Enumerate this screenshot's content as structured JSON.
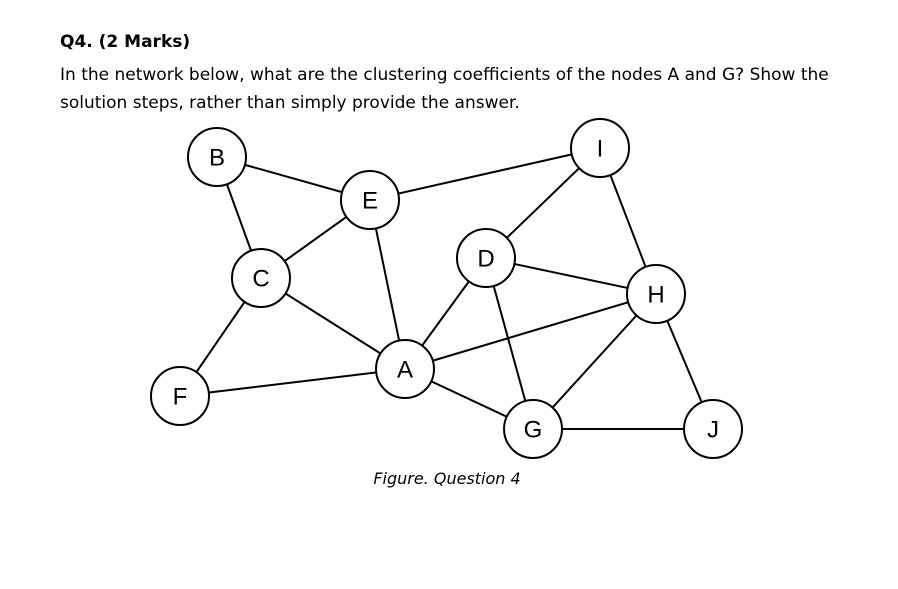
{
  "question": {
    "title": "Q4. (2 Marks)",
    "text": "In the network below, what are the clustering coefficients of the nodes A and G? Show the solution steps, rather than simply provide the answer."
  },
  "figure": {
    "caption": "Figure. Question 4",
    "nodes": [
      "A",
      "B",
      "C",
      "D",
      "E",
      "F",
      "G",
      "H",
      "I",
      "J"
    ],
    "edges": [
      [
        "B",
        "E"
      ],
      [
        "B",
        "C"
      ],
      [
        "C",
        "E"
      ],
      [
        "E",
        "I"
      ],
      [
        "E",
        "A"
      ],
      [
        "C",
        "F"
      ],
      [
        "C",
        "A"
      ],
      [
        "F",
        "A"
      ],
      [
        "I",
        "D"
      ],
      [
        "I",
        "H"
      ],
      [
        "D",
        "H"
      ],
      [
        "D",
        "A"
      ],
      [
        "D",
        "G"
      ],
      [
        "A",
        "H"
      ],
      [
        "A",
        "G"
      ],
      [
        "G",
        "H"
      ],
      [
        "G",
        "J"
      ],
      [
        "H",
        "J"
      ]
    ]
  }
}
